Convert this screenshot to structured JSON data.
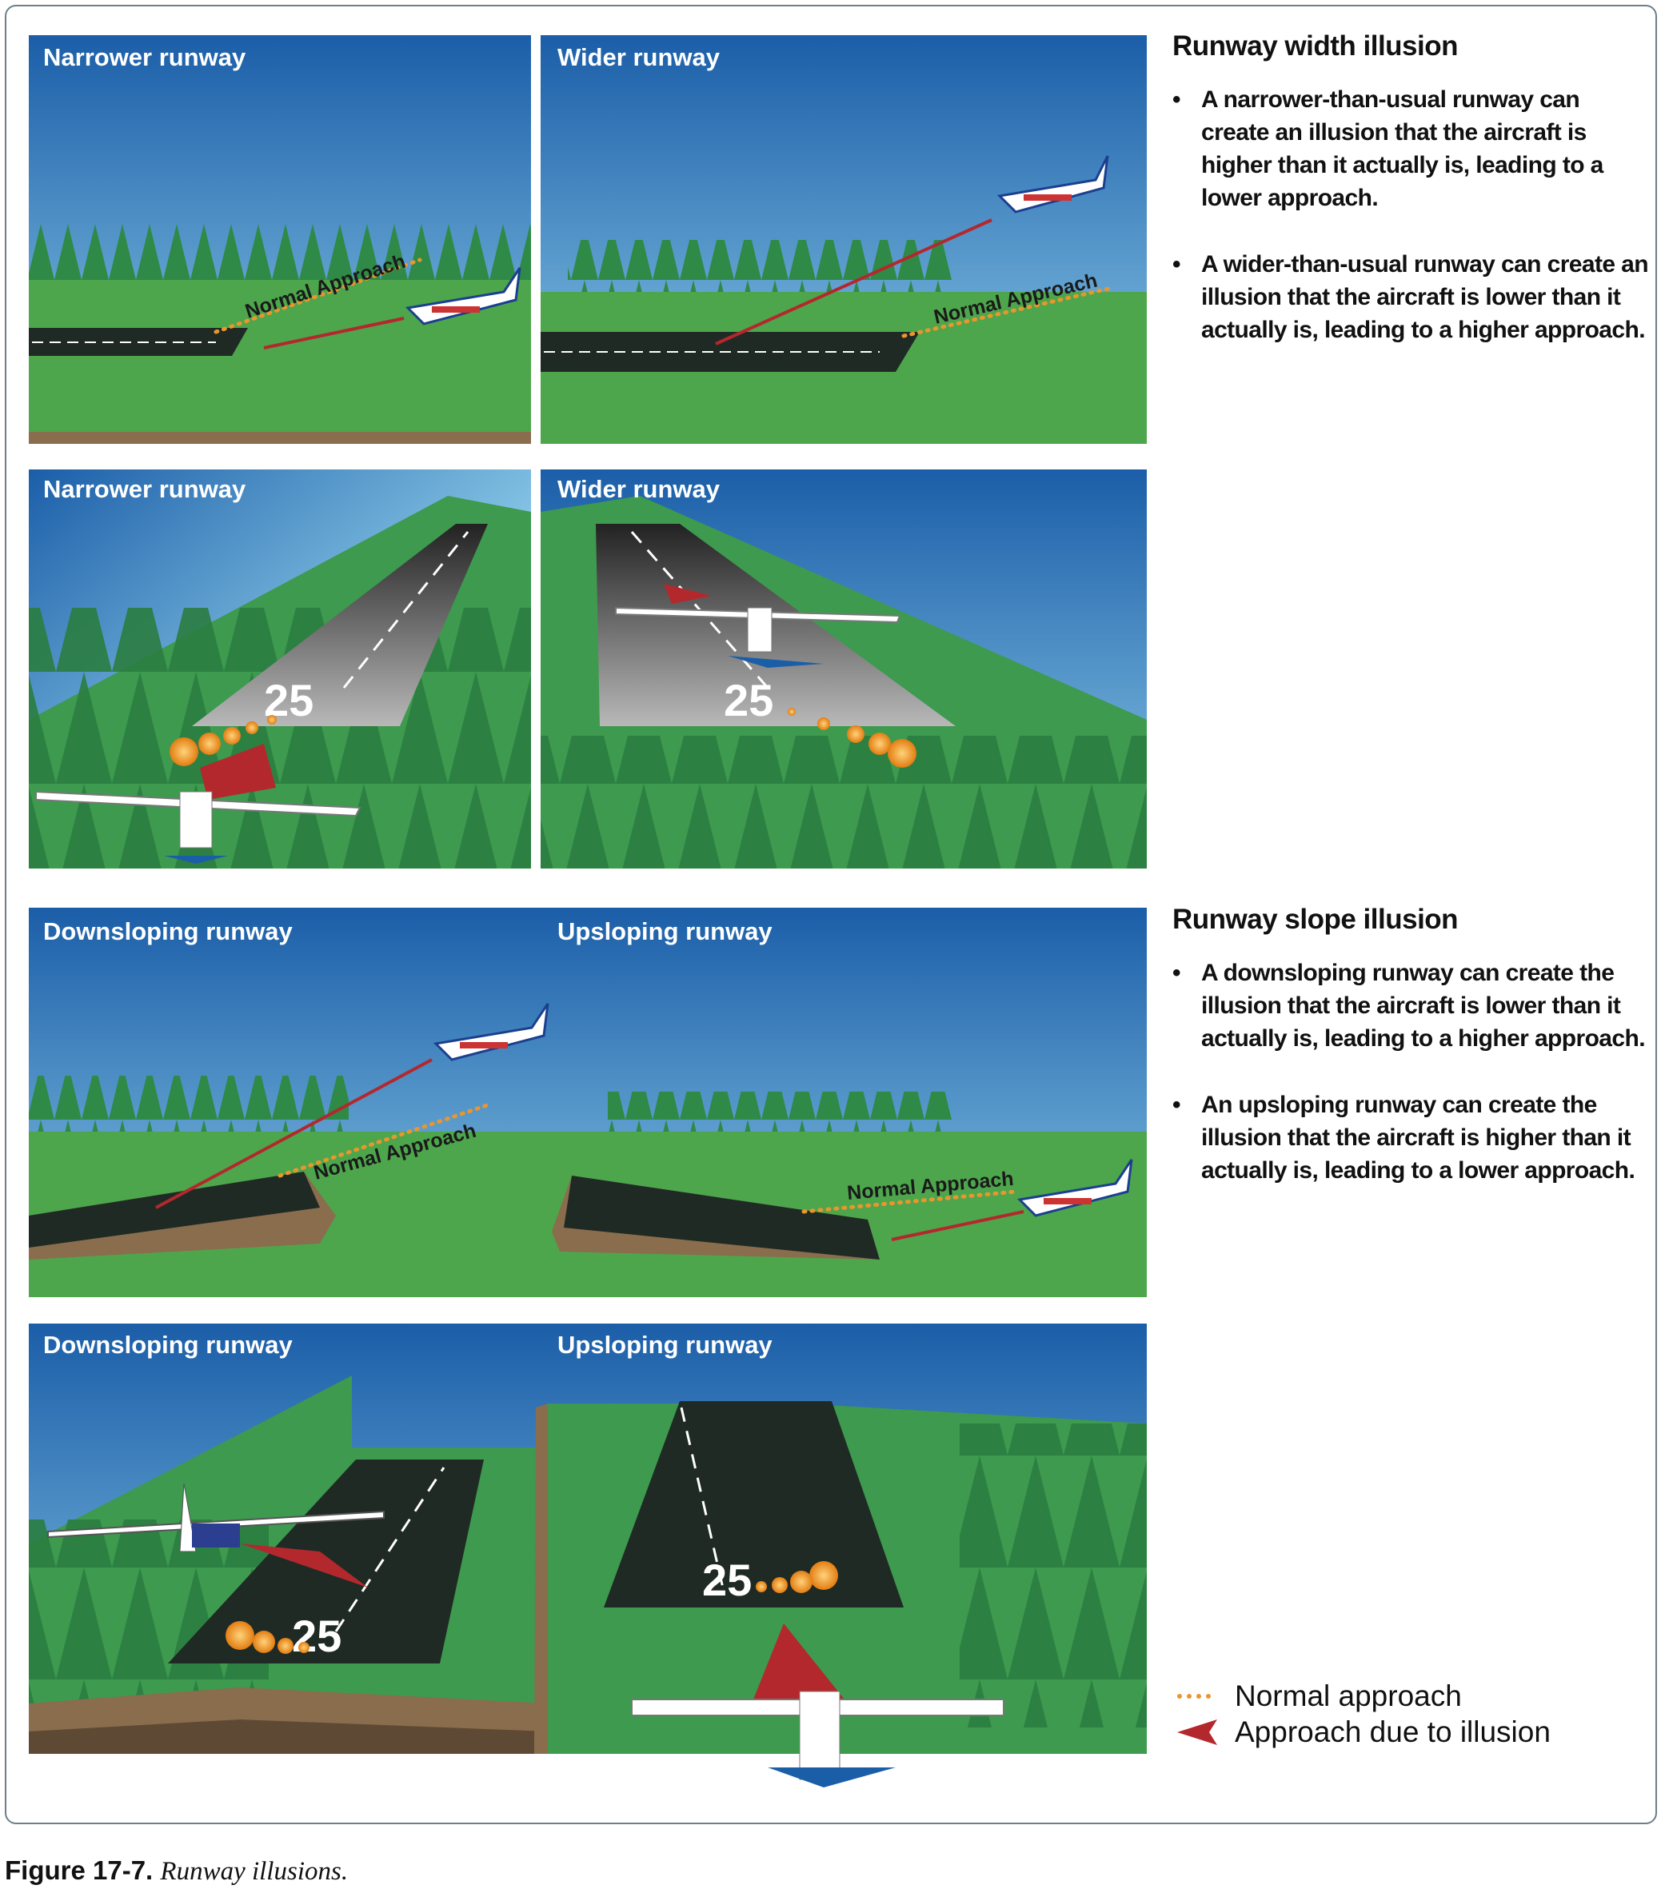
{
  "panels": {
    "width_side_narrower": "Narrower runway",
    "width_side_wider": "Wider runway",
    "width_pilot_narrower": "Narrower runway",
    "width_pilot_wider": "Wider runway",
    "slope_side_down": "Downsloping runway",
    "slope_side_up": "Upsloping runway",
    "slope_pilot_down": "Downsloping runway",
    "slope_pilot_up": "Upsloping runway",
    "normal_approach_label": "Normal Approach",
    "runway_number": "25"
  },
  "width_section": {
    "title": "Runway width illusion",
    "bullets": [
      "A narrower-than-usual runway can create an illusion that the aircraft is higher than it actually is, leading to a lower approach.",
      "A wider-than-usual runway can create an illusion that the aircraft is lower than it actually is, leading to a higher approach."
    ]
  },
  "slope_section": {
    "title": "Runway slope illusion",
    "bullets": [
      "A downsloping runway can create the illusion that the aircraft is lower than it actually is, leading to a higher approach.",
      "An upsloping runway can create the illusion that the aircraft is higher than it actually is, leading to a lower approach."
    ]
  },
  "legend": {
    "normal": "Normal approach",
    "illusion": "Approach due to illusion"
  },
  "caption": {
    "label": "Figure 17-7.",
    "text": "Runway illusions."
  },
  "colors": {
    "sky_top": "#1b5ea8",
    "sky_bottom": "#8ccbe9",
    "grass": "#4da64c",
    "forest": "#2f8a45",
    "runway": "#1f2a24",
    "illusion_red": "#b3282d",
    "normal_orange": "#e8962e"
  }
}
